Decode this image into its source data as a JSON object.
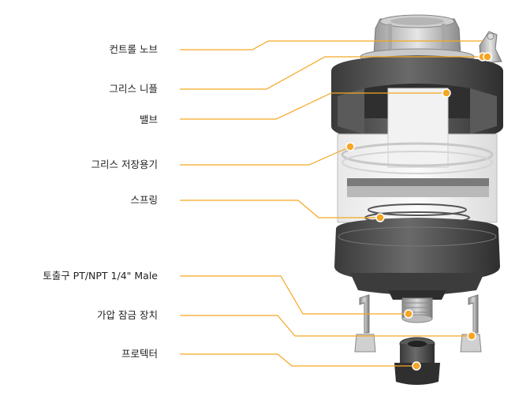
{
  "labels": {
    "control_knob": "컨트롤 노브",
    "grease_nipple": "그리스 니플",
    "valve": "밸브",
    "grease_reservoir": "그리스 저장용기",
    "spring": "스프링",
    "outlet": "토출구 PT/NPT 1/4\" Male",
    "pressure_lock": "가압 잠금 장치",
    "protector": "프로텍터"
  },
  "colors": {
    "leader_line": "#f5a623",
    "marker": "#f5a623",
    "text": "#222222",
    "housing": "#4a4a4a"
  }
}
